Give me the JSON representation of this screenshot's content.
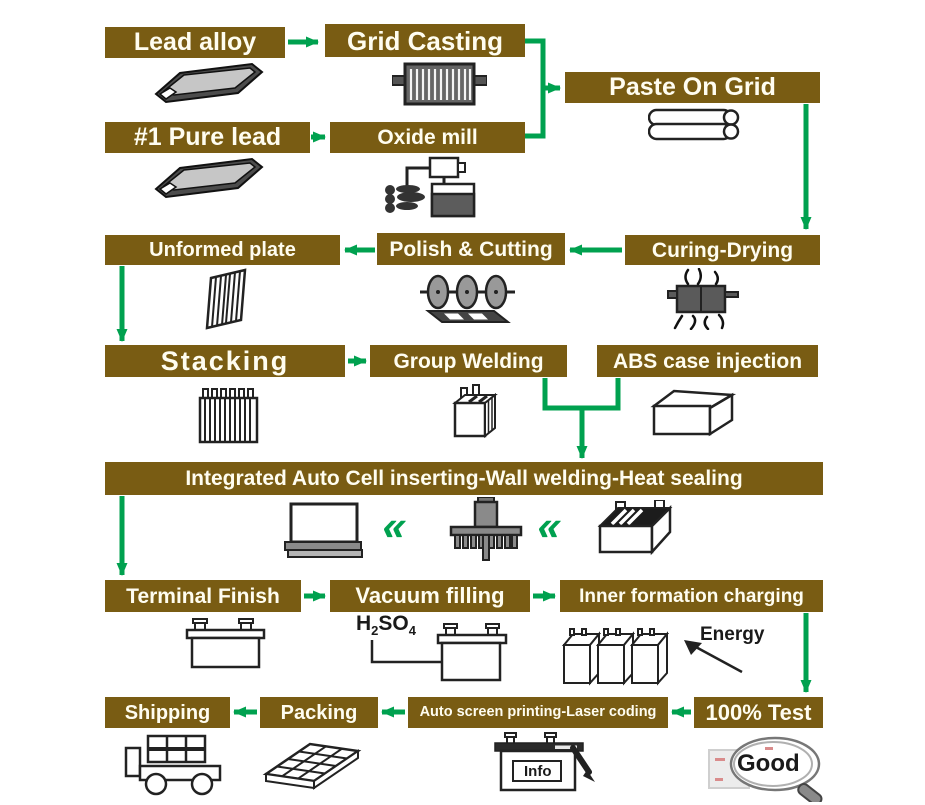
{
  "colors": {
    "box_fill": "#795c13",
    "box_text": "#fffdf0",
    "arrow_green": "#00a14f",
    "icon_line": "#222222"
  },
  "nodes": {
    "lead_alloy": "Lead alloy",
    "grid_casting": "Grid Casting",
    "paste_on_grid": "Paste On Grid",
    "pure_lead": "#1 Pure lead",
    "oxide_mill": "Oxide mill",
    "unformed_plate": "Unformed plate",
    "polish_cutting": "Polish & Cutting",
    "curing_drying": "Curing-Drying",
    "stacking": "Stacking",
    "group_welding": "Group Welding",
    "abs_case_injection": "ABS case injection",
    "integrated": "Integrated Auto Cell inserting-Wall welding-Heat sealing",
    "terminal_finish": "Terminal Finish",
    "vacuum_filling": "Vacuum filling",
    "inner_formation_charging": "Inner formation charging",
    "shipping": "Shipping",
    "packing": "Packing",
    "auto_screen_printing": "Auto screen printing-Laser coding",
    "test_100": "100% Test"
  },
  "annotations": {
    "h2so4": {
      "h": "H",
      "sub2": "2",
      "so": "SO",
      "sub4": "4"
    },
    "energy": "Energy",
    "good": "Good",
    "info": "Info",
    "chevron": "«"
  },
  "icons": {
    "lead-ingot-icon": "lead ingot",
    "cast-grid-icon": "cast grid plate",
    "paste-rollers-icon": "paste rollers",
    "oxide-mill-icon": "oxide mill machine",
    "unformed-plate-icon": "unformed plate",
    "polish-cutting-icon": "polishing discs and conveyor",
    "curing-oven-icon": "curing drying oven",
    "stacked-plates-icon": "stacked plates",
    "welded-cell-icon": "welded cell group",
    "abs-case-icon": "ABS case box",
    "heat-sealer-icon": "heat sealing machine",
    "wall-welder-icon": "wall welding head",
    "sealed-battery-icon": "sealed battery case",
    "terminal-battery-icon": "battery with terminals",
    "acid-filling-icon": "H2SO4 vacuum filling",
    "charging-batteries-icon": "batteries on charge",
    "energy-arrow-icon": "energy input arrow",
    "label-printing-icon": "battery label printing pen",
    "packing-pallet-icon": "packed pallet",
    "shipping-truck-icon": "loaded truck",
    "test-magnifier-icon": "magnifier with Good result"
  }
}
